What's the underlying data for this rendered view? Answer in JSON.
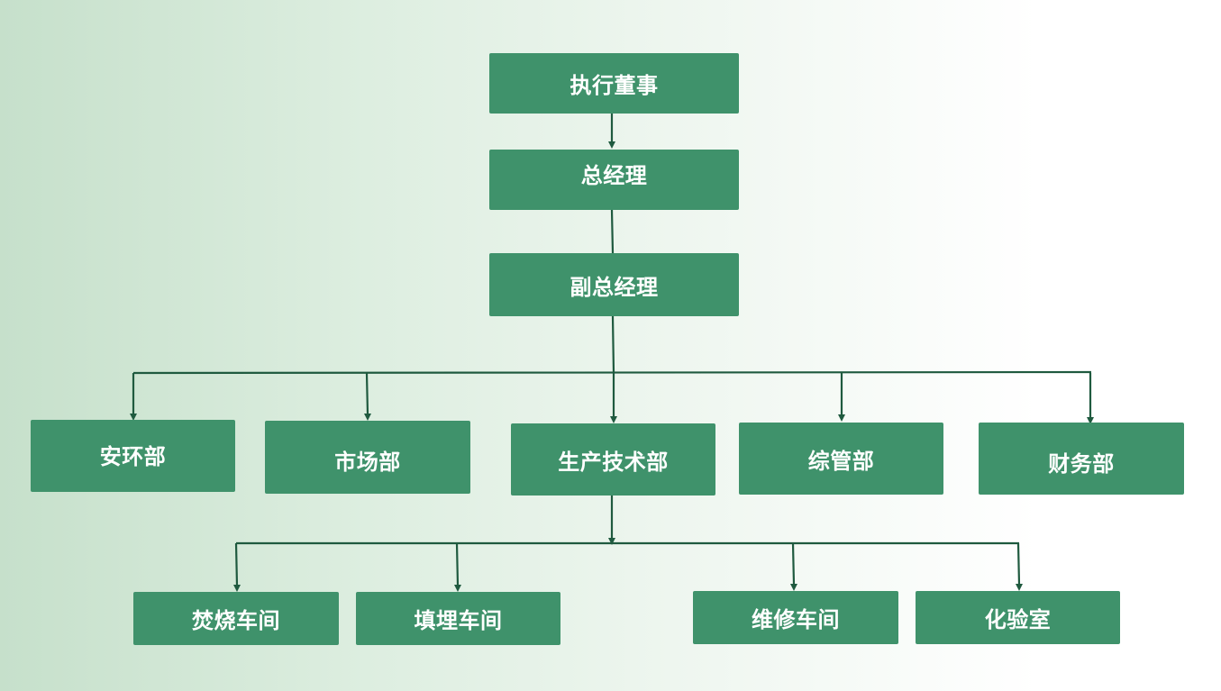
{
  "org_chart": {
    "executive_director": "执行董事",
    "general_manager": "总经理",
    "deputy_general_manager": "副总经理",
    "departments": [
      "安环部",
      "市场部",
      "生产技术部",
      "综管部",
      "财务部"
    ],
    "workshops": [
      "焚烧车间",
      "填埋车间",
      "维修车间",
      "化验室"
    ]
  },
  "colors": {
    "box_fill": "#3f926b",
    "box_text": "#ffffff",
    "connector": "#1f5a3f",
    "background_left": "#c6e0cb",
    "background_right": "#ffffff"
  }
}
